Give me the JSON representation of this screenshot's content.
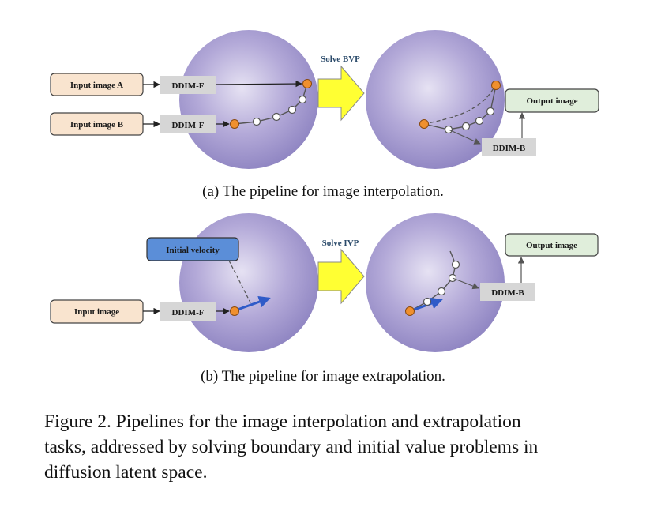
{
  "panel_a": {
    "input_a": "Input image A",
    "input_b": "Input image B",
    "ddim_f_1": "DDIM-F",
    "ddim_f_2": "DDIM-F",
    "solve_label": "Solve BVP",
    "output": "Output image",
    "ddim_b": "DDIM-B",
    "caption": "(a) The pipeline for image interpolation."
  },
  "panel_b": {
    "initial_velocity": "Initial velocity",
    "input": "Input image",
    "ddim_f": "DDIM-F",
    "solve_label": "Solve IVP",
    "output": "Output image",
    "ddim_b": "DDIM-B",
    "caption": "(b) The pipeline for image extrapolation."
  },
  "figure_caption": {
    "line1": "Figure 2.  Pipelines for the image interpolation and extrapolation",
    "line2": "tasks, addressed by solving boundary and initial value problems in",
    "line3": "diffusion latent space."
  },
  "colors": {
    "sphere": "#9c92c8",
    "input_box": "#f9e4cf",
    "ddim_box": "#d6d6d6",
    "output_box": "#e0eedb",
    "velocity_box": "#5b8ed8",
    "orange_point": "#f0902e",
    "velocity_arrow": "#2f5bc8",
    "solve_arrow": "#ffff33"
  }
}
